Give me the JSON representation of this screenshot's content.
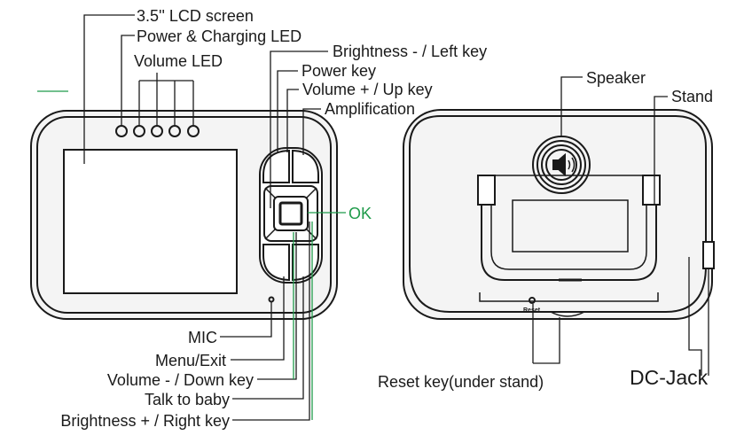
{
  "labels": {
    "lcd_screen": "3.5'' LCD screen",
    "power_charging_led": "Power & Charging LED",
    "volume_led": "Volume LED",
    "brightness_left_key": "Brightness - / Left key",
    "power_key": "Power key",
    "volume_up_key": "Volume + / Up key",
    "amplification": "Amplification",
    "ok": "OK",
    "mic": "MIC",
    "menu_exit": "Menu/Exit",
    "volume_down_key": "Volume - / Down key",
    "talk_to_baby": "Talk to baby",
    "brightness_right_key": "Brightness + / Right key",
    "speaker": "Speaker",
    "stand": "Stand",
    "reset_key": "Reset key(under stand)",
    "dc_jack": "DC-Jack",
    "reset_print": "Reset"
  },
  "colors": {
    "ink": "#1a1a1a",
    "accent_green": "#1f9b4a",
    "body_fill": "#f4f4f4",
    "screen_fill": "#ffffff"
  }
}
